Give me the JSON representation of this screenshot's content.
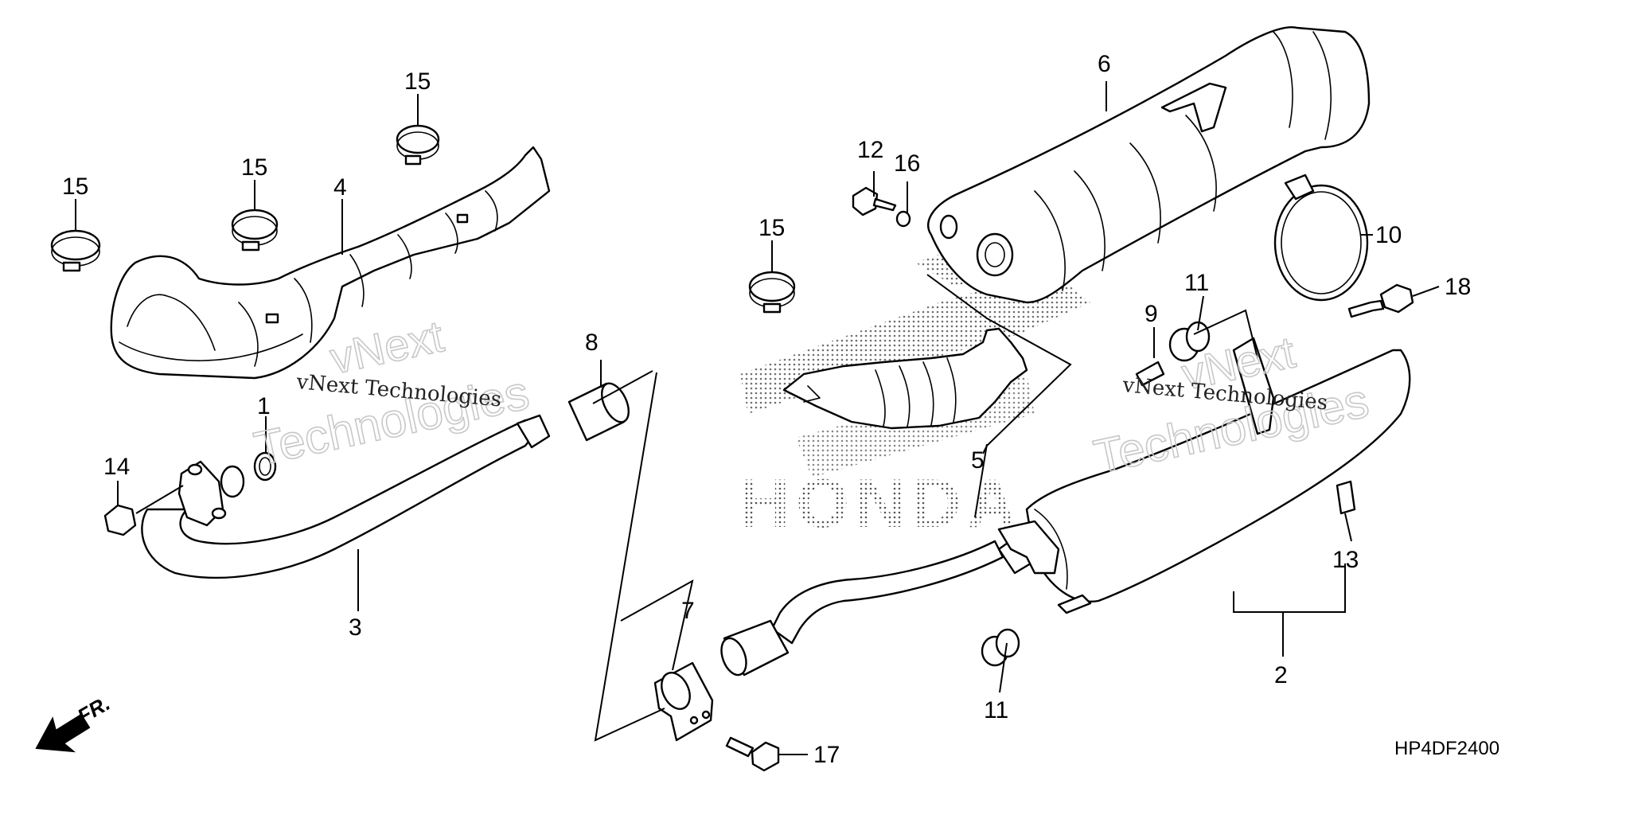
{
  "diagram": {
    "callouts": {
      "c1": "1",
      "c2": "2",
      "c3": "3",
      "c4": "4",
      "c5": "5",
      "c6": "6",
      "c7": "7",
      "c8": "8",
      "c9": "9",
      "c10": "10",
      "c11a": "11",
      "c11b": "11",
      "c12": "12",
      "c13": "13",
      "c14": "14",
      "c15a": "15",
      "c15b": "15",
      "c15c": "15",
      "c15d": "15",
      "c16": "16",
      "c17": "17",
      "c18": "18"
    },
    "front_label": "FR.",
    "diagram_code": "HP4DF2400",
    "brand_mark": "HONDA",
    "watermarks": {
      "left_line1": "vNext",
      "left_line2": "Technologies",
      "left_caption": "vNext Technologies",
      "right_line1": "vNext",
      "right_line2": "Technologies",
      "right_caption": "vNext Technologies"
    },
    "colors": {
      "line": "#000000",
      "watermark": "#c8c8c8",
      "background": "#ffffff"
    }
  }
}
